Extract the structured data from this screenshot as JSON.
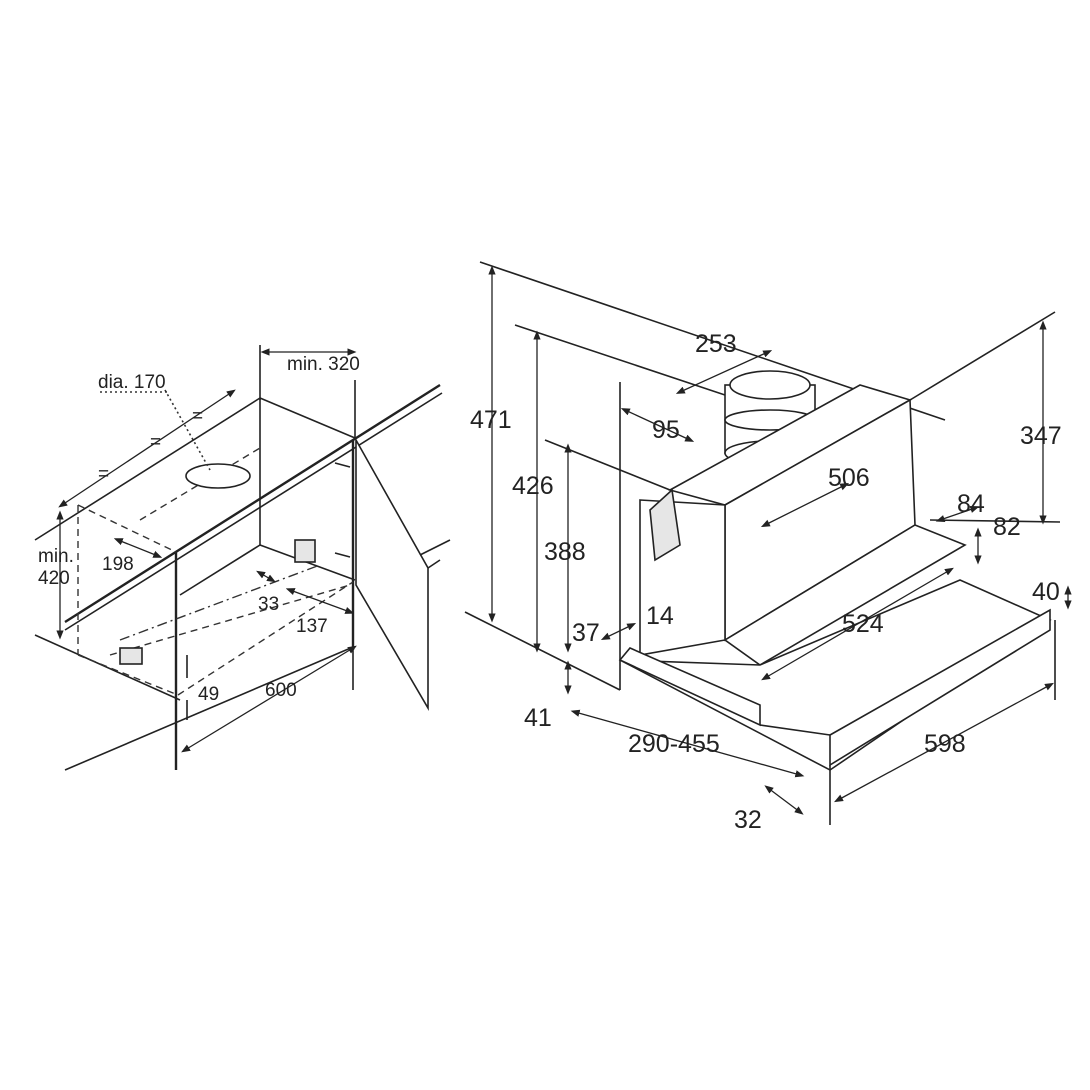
{
  "left_drawing": {
    "labels": {
      "dia": "dia. 170",
      "min_320": "min. 320",
      "eq1": "=",
      "eq2": "=",
      "eq3": "=",
      "min_word": "min.",
      "min_420": "420",
      "d198": "198",
      "d33": "33",
      "d137": "137",
      "d49": "49",
      "d600": "600"
    }
  },
  "right_drawing": {
    "labels": {
      "d253": "253",
      "d471": "471",
      "d95": "95",
      "d426": "426",
      "d506": "506",
      "d347": "347",
      "d388": "388",
      "d84": "84",
      "d82": "82",
      "d14": "14",
      "d37": "37",
      "d524": "524",
      "d40": "40",
      "d41": "41",
      "d290_455": "290-455",
      "d598": "598",
      "d32": "32"
    }
  }
}
